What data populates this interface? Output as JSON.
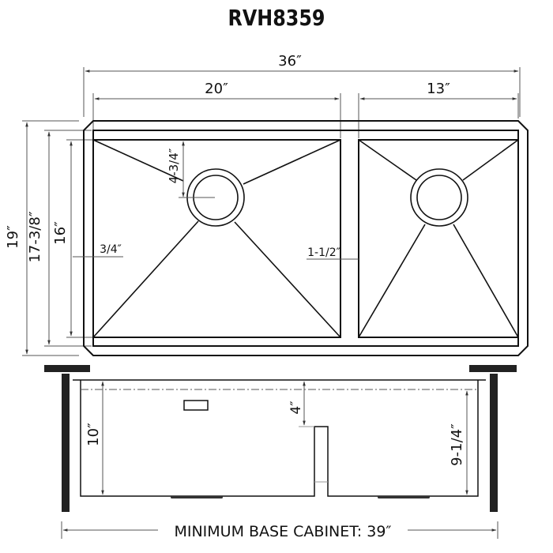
{
  "title": "RVH8359",
  "top_view": {
    "overall_width": "36″",
    "left_bowl_width": "20″",
    "right_bowl_width": "13″",
    "overall_depth": "19″",
    "inner_depth": "17-3/8″",
    "bowl_depth": "16″",
    "drain_offset": "4-3/4″",
    "rim_width": "3/4″",
    "divider_width": "1-1/2″"
  },
  "side_view": {
    "left_bowl_height": "10″",
    "divider_drop": "4″",
    "right_bowl_height": "9-1/4″",
    "cabinet_label": "MINIMUM BASE CABINET: 39″"
  },
  "colors": {
    "line": "#111111",
    "dim": "#555555",
    "bg": "#ffffff"
  }
}
